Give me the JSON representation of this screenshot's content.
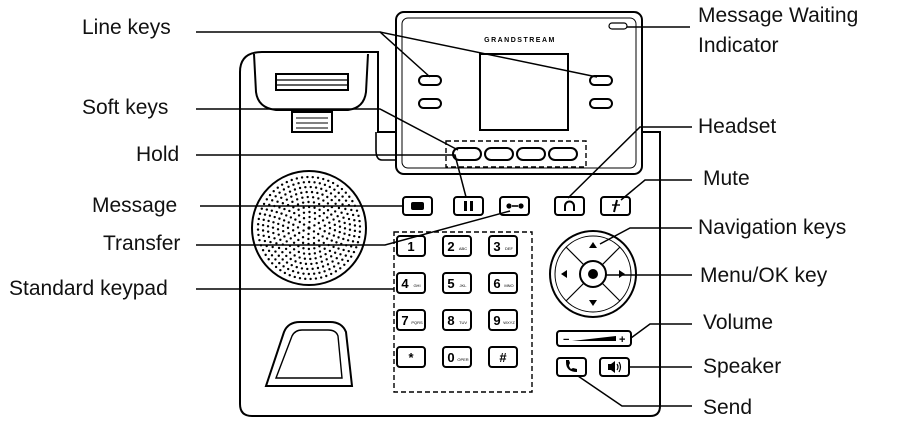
{
  "brand": "GRANDSTREAM",
  "labels": {
    "line_keys": "Line keys",
    "soft_keys": "Soft keys",
    "hold": "Hold",
    "message": "Message",
    "transfer": "Transfer",
    "standard_keypad": "Standard keypad",
    "mwi_line1": "Message Waiting",
    "mwi_line2": "Indicator",
    "headset": "Headset",
    "mute": "Mute",
    "navigation_keys": "Navigation keys",
    "menu_ok_key": "Menu/OK key",
    "volume": "Volume",
    "speaker": "Speaker",
    "send": "Send"
  },
  "keypad": [
    {
      "digit": "1",
      "letters": ""
    },
    {
      "digit": "2",
      "letters": "ABC"
    },
    {
      "digit": "3",
      "letters": "DEF"
    },
    {
      "digit": "4",
      "letters": "GHI"
    },
    {
      "digit": "5",
      "letters": "JKL"
    },
    {
      "digit": "6",
      "letters": "MNO"
    },
    {
      "digit": "7",
      "letters": "PQRS"
    },
    {
      "digit": "8",
      "letters": "TUV"
    },
    {
      "digit": "9",
      "letters": "WXYZ"
    },
    {
      "digit": "*",
      "letters": ""
    },
    {
      "digit": "0",
      "letters": "OPER"
    },
    {
      "digit": "#",
      "letters": ""
    }
  ],
  "volume_keys": {
    "minus": "−",
    "plus": "+"
  },
  "colors": {
    "line": "#000000",
    "background": "#ffffff"
  }
}
